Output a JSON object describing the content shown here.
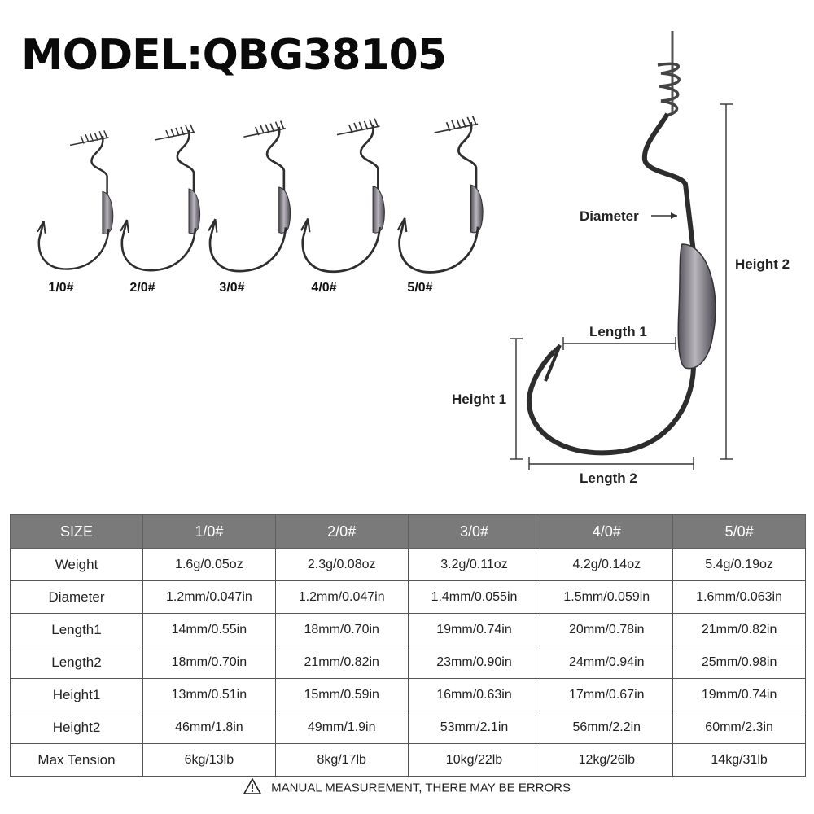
{
  "title": "MODEL:QBG38105",
  "sizes": [
    "1/0#",
    "2/0#",
    "3/0#",
    "4/0#",
    "5/0#"
  ],
  "diagram_labels": {
    "diameter": "Diameter",
    "length1": "Length 1",
    "length2": "Length 2",
    "height1": "Height 1",
    "height2": "Height 2"
  },
  "table": {
    "header": [
      "SIZE",
      "1/0#",
      "2/0#",
      "3/0#",
      "4/0#",
      "5/0#"
    ],
    "rows": [
      {
        "label": "Weight",
        "values": [
          "1.6g/0.05oz",
          "2.3g/0.08oz",
          "3.2g/0.11oz",
          "4.2g/0.14oz",
          "5.4g/0.19oz"
        ]
      },
      {
        "label": "Diameter",
        "values": [
          "1.2mm/0.047in",
          "1.2mm/0.047in",
          "1.4mm/0.055in",
          "1.5mm/0.059in",
          "1.6mm/0.063in"
        ]
      },
      {
        "label": "Length1",
        "values": [
          "14mm/0.55in",
          "18mm/0.70in",
          "19mm/0.74in",
          "20mm/0.78in",
          "21mm/0.82in"
        ]
      },
      {
        "label": "Length2",
        "values": [
          "18mm/0.70in",
          "21mm/0.82in",
          "23mm/0.90in",
          "24mm/0.94in",
          "25mm/0.98in"
        ]
      },
      {
        "label": "Height1",
        "values": [
          "13mm/0.51in",
          "15mm/0.59in",
          "16mm/0.63in",
          "17mm/0.67in",
          "19mm/0.74in"
        ]
      },
      {
        "label": "Height2",
        "values": [
          "46mm/1.8in",
          "49mm/1.9in",
          "53mm/2.1in",
          "56mm/2.2in",
          "60mm/2.3in"
        ]
      },
      {
        "label": "Max Tension",
        "values": [
          "6kg/13lb",
          "8kg/17lb",
          "10kg/22lb",
          "12kg/26lb",
          "14kg/31lb"
        ]
      }
    ]
  },
  "note": "MANUAL MEASUREMENT, THERE MAY BE ERRORS",
  "icons": {
    "warning": "warning-triangle-icon",
    "hook": "hook-icon"
  },
  "colors": {
    "header_bg": "#7a7a7a",
    "hook_metal": "#3a3a3a",
    "weight": "#6e6a72"
  }
}
